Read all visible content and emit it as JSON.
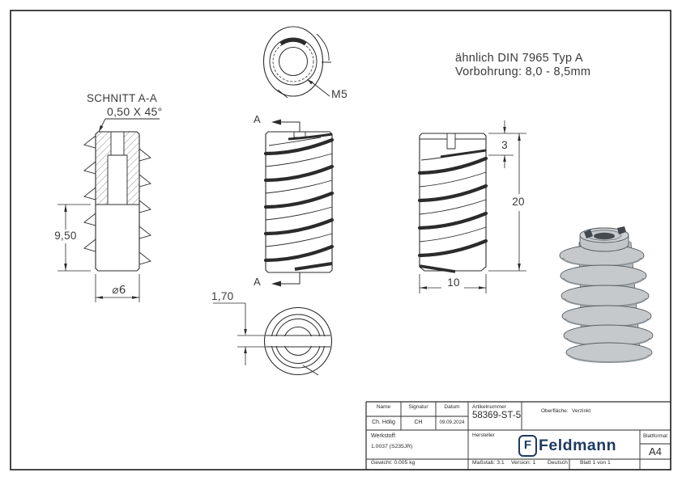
{
  "labels": {
    "schnitt": "SCHNITT A-A",
    "chamfer": "0,50 X 45°",
    "note1": "ähnlich DIN 7965 Typ A",
    "note2": "Vorbohrung: 8,0 - 8,5mm",
    "m5": "M5",
    "a": "A"
  },
  "dims": {
    "d950": "9,50",
    "d6": "⌀6",
    "d170": "1,70",
    "d3": "3",
    "d20": "20",
    "d10": "10"
  },
  "title_block": {
    "name_label": "Name",
    "signatur_label": "Signatur",
    "datum_label": "Datum",
    "name_value": "Ch. Hölig",
    "signatur_value": "CH",
    "datum_value": "09.09.2024",
    "artikelnummer_label": "Artikelnummer",
    "artikelnummer_value": "58369-ST-5",
    "oberflaeche_label": "Oberfläche:",
    "oberflaeche_value": "Verzinkt",
    "werkstoff_label": "Werkstoff:",
    "werkstoff_value": "1.0037 (S235JR)",
    "hersteller_label": "Hersteller",
    "logo_letter": "F",
    "logo_text": "Feldmann",
    "blattformat_label": "Blattformat",
    "blattformat_value": "A4",
    "gewicht": "Gewicht: 0.005 kg",
    "massstab": "Maßstab: 3:1",
    "version": "Version: 1",
    "sprache": "Deutsch",
    "blatt": "Blatt 1 von 1"
  },
  "colors": {
    "line": "#2b2b2b",
    "logo_blue": "#1e3a63",
    "shade_gray": "#c5c9cc"
  }
}
